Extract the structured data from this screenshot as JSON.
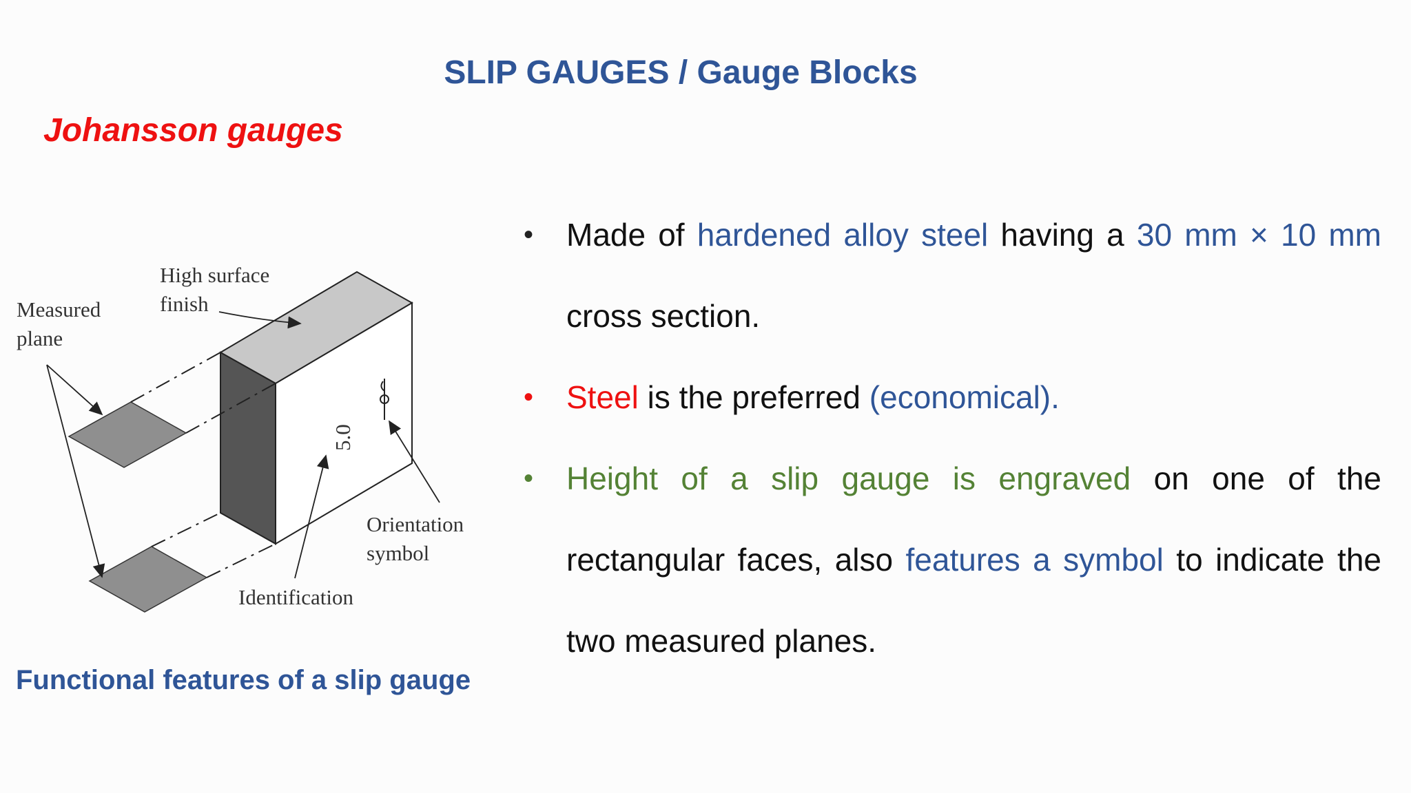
{
  "slide": {
    "title": "SLIP GAUGES / Gauge Blocks",
    "subtitle": "Johansson gauges"
  },
  "figure": {
    "labels": {
      "measured_1": "Measured",
      "measured_2": "plane",
      "surface_1": "High surface",
      "surface_2": "finish",
      "orientation_1": "Orientation",
      "orientation_2": "symbol",
      "identification": "Identification",
      "engraving": "5.0"
    },
    "caption": "Functional features of a slip gauge"
  },
  "bullets": [
    {
      "b1_a": "Made of ",
      "b1_b": "hardened alloy steel",
      "b1_c": " having a ",
      "b1_d": "30 mm × 10 mm",
      "b1_e": " cross section."
    },
    {
      "b2_a": "Steel",
      "b2_b": " is the preferred ",
      "b2_c": "(economical)."
    },
    {
      "b3_a": "Height of a slip gauge is engraved",
      "b3_b": " on one of the rectangular faces, also ",
      "b3_c": "features a symbol",
      "b3_d": " to indicate the two measured planes."
    }
  ],
  "colors": {
    "title_blue": "#2f5597",
    "accent_red": "#ee1111",
    "accent_green": "#548235"
  }
}
